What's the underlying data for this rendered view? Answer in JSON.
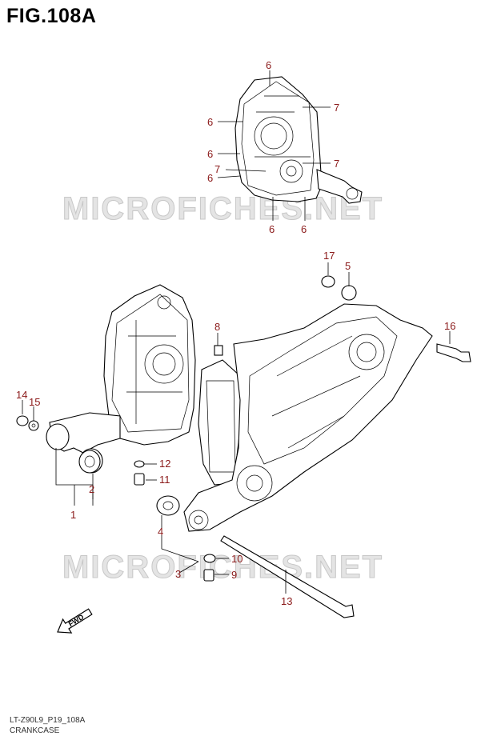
{
  "figure": {
    "title": "FIG.108A"
  },
  "watermark": "MICROFICHES.NET",
  "fwd_label": "FWD",
  "callouts": {
    "c1": "1",
    "c2": "2",
    "c3": "3",
    "c4": "4",
    "c5": "5",
    "c6": "6",
    "c7": "7",
    "c8": "8",
    "c9": "9",
    "c10": "10",
    "c11": "11",
    "c12": "12",
    "c13": "13",
    "c14": "14",
    "c15": "15",
    "c16": "16",
    "c17": "17"
  },
  "footer": {
    "code": "LT-Z90L9_P19_108A",
    "name": "CRANKCASE"
  },
  "colors": {
    "callout": "#8b1a1a",
    "line": "#000000",
    "watermark": "#c8c8c8"
  }
}
